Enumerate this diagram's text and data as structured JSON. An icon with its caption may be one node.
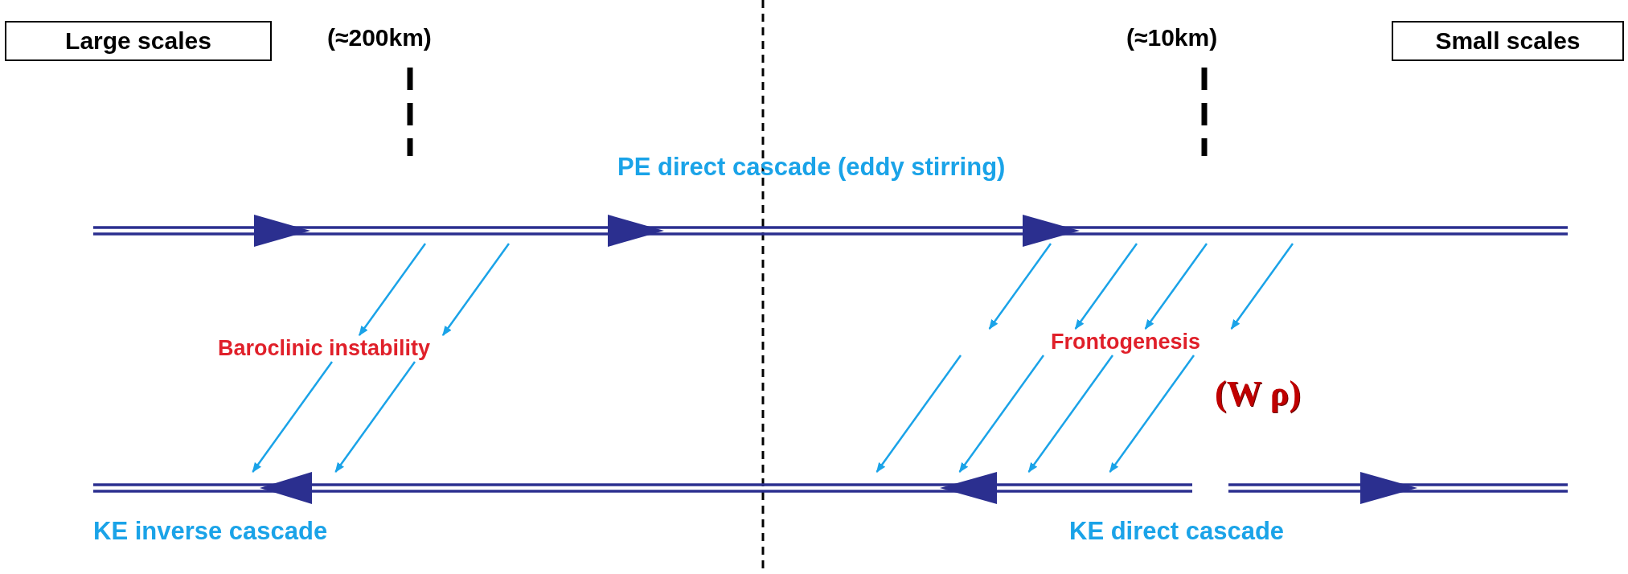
{
  "diagram": {
    "nodes": [
      {
        "text": [
          "Large scales"
        ]
      },
      {
        "text": [
          "Small scales"
        ]
      },
      {
        "text": [
          "PE direct cascade (eddy stirring)"
        ]
      },
      {
        "text": [
          "Baroclinic instability"
        ]
      },
      {
        "text": [
          "Frontogenesis"
        ]
      },
      {
        "text": [
          "KE inverse cascade"
        ]
      },
      {
        "text": [
          "KE direct cascade"
        ]
      }
    ],
    "edges": [
      {
        "from": 2,
        "to": 3,
        "arrow": "to"
      },
      {
        "from": 2,
        "to": 3,
        "arrow": "to"
      },
      {
        "from": 2,
        "to": 4,
        "arrow": "to"
      },
      {
        "from": 2,
        "to": 4,
        "arrow": "to"
      },
      {
        "from": 2,
        "to": 4,
        "arrow": "to"
      },
      {
        "from": 2,
        "to": 4,
        "arrow": "to"
      },
      {
        "from": 3,
        "to": 5,
        "arrow": "to"
      },
      {
        "from": 3,
        "to": 5,
        "arrow": "to"
      },
      {
        "from": 4,
        "to": 5,
        "arrow": "to"
      },
      {
        "from": 4,
        "to": 5,
        "arrow": "to"
      },
      {
        "from": 4,
        "to": 5,
        "arrow": "to"
      },
      {
        "from": 4,
        "to": 5,
        "arrow": "to"
      }
    ],
    "labels": [
      "(≈200km)",
      "(≈10km)",
      "(W ρ)"
    ]
  }
}
